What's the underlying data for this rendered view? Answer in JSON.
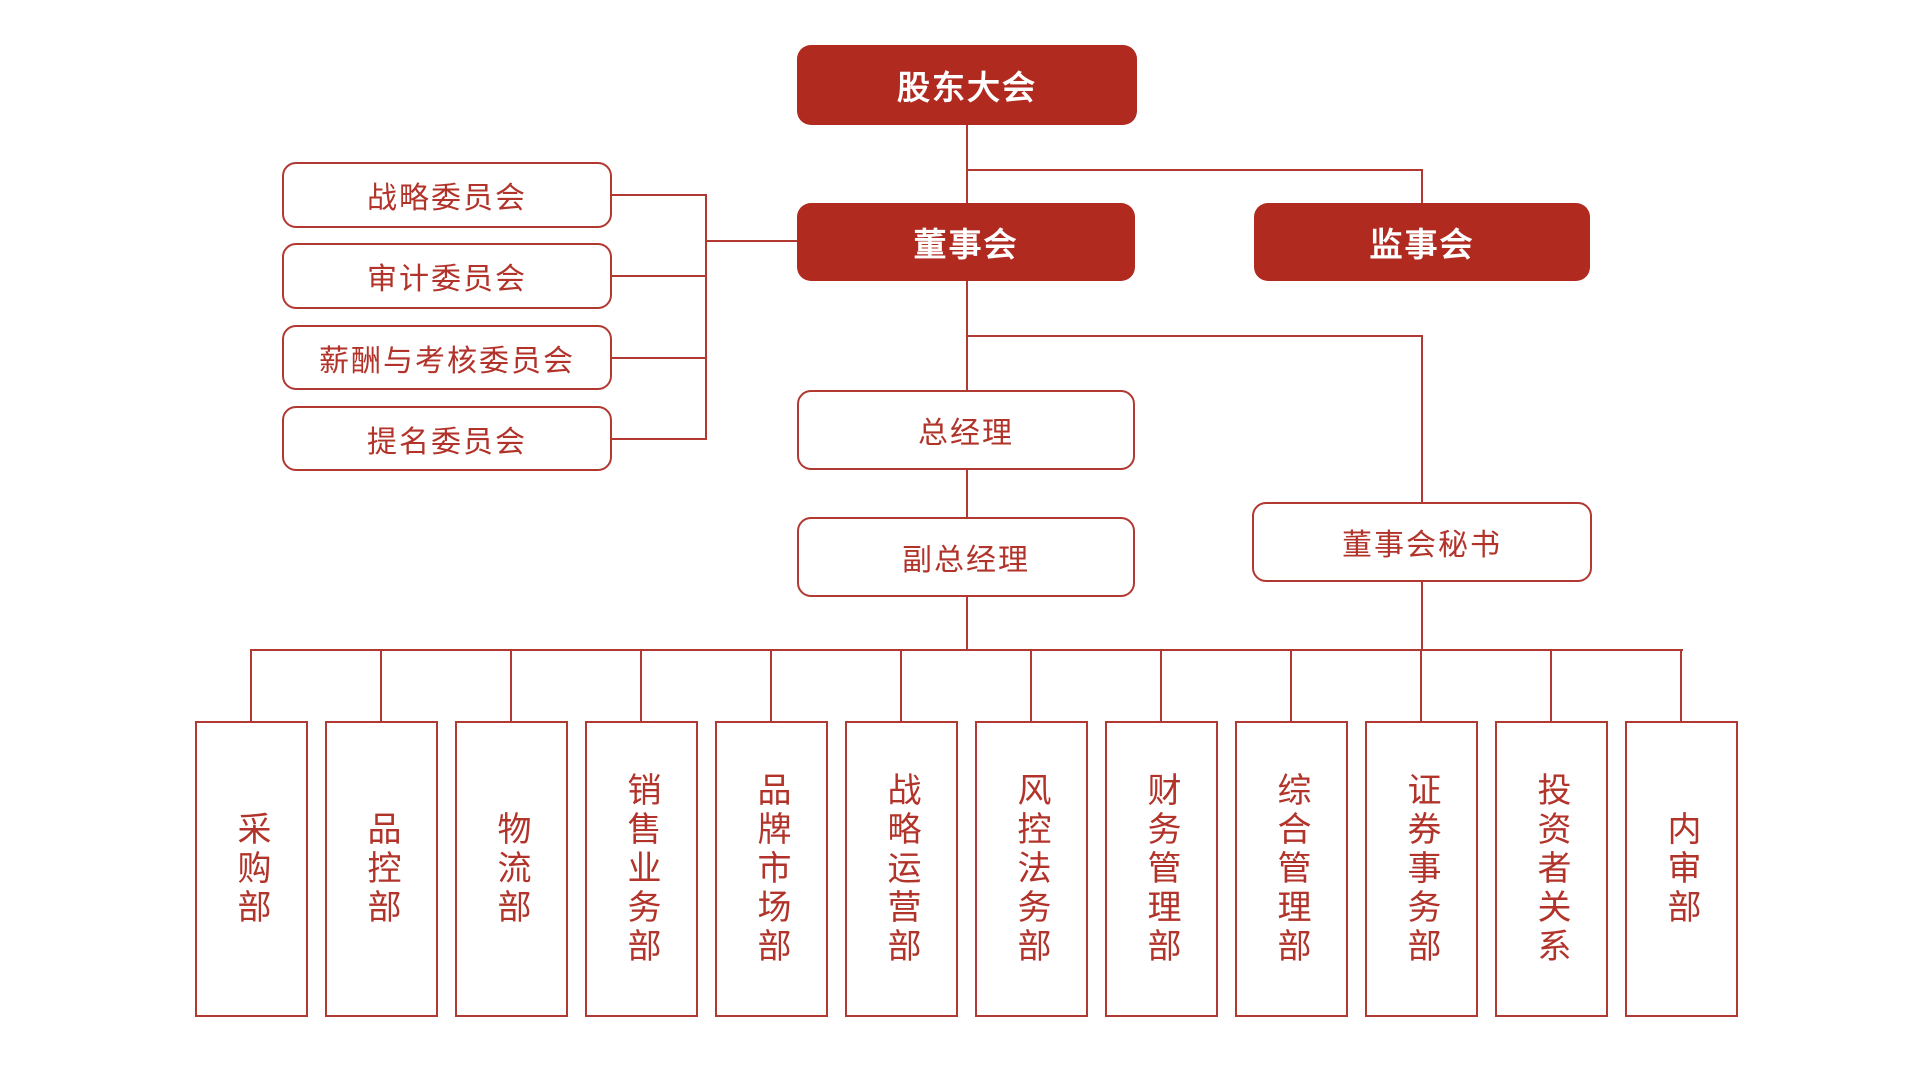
{
  "colors": {
    "node_fill": "#b02a20",
    "line": "#b23931",
    "node_text": "#b1332a",
    "filled_node_text": "#ffffff",
    "background": "#ffffff"
  },
  "nodes": {
    "shareholders_meeting": {
      "label": "股东大会"
    },
    "board_of_directors": {
      "label": "董事会"
    },
    "supervisory_board": {
      "label": "监事会"
    },
    "general_manager": {
      "label": "总经理"
    },
    "deputy_general_manager": {
      "label": "副总经理"
    },
    "board_secretary": {
      "label": "董事会秘书"
    }
  },
  "committees": [
    {
      "label": "战略委员会"
    },
    {
      "label": "审计委员会"
    },
    {
      "label": "薪酬与考核委员会"
    },
    {
      "label": "提名委员会"
    }
  ],
  "departments": [
    {
      "label": "采购部"
    },
    {
      "label": "品控部"
    },
    {
      "label": "物流部"
    },
    {
      "label": "销售业务部"
    },
    {
      "label": "品牌市场部"
    },
    {
      "label": "战略运营部"
    },
    {
      "label": "风控法务部"
    },
    {
      "label": "财务管理部"
    },
    {
      "label": "综合管理部"
    },
    {
      "label": "证券事务部"
    },
    {
      "label": "投资者关系"
    },
    {
      "label": "内审部"
    }
  ]
}
